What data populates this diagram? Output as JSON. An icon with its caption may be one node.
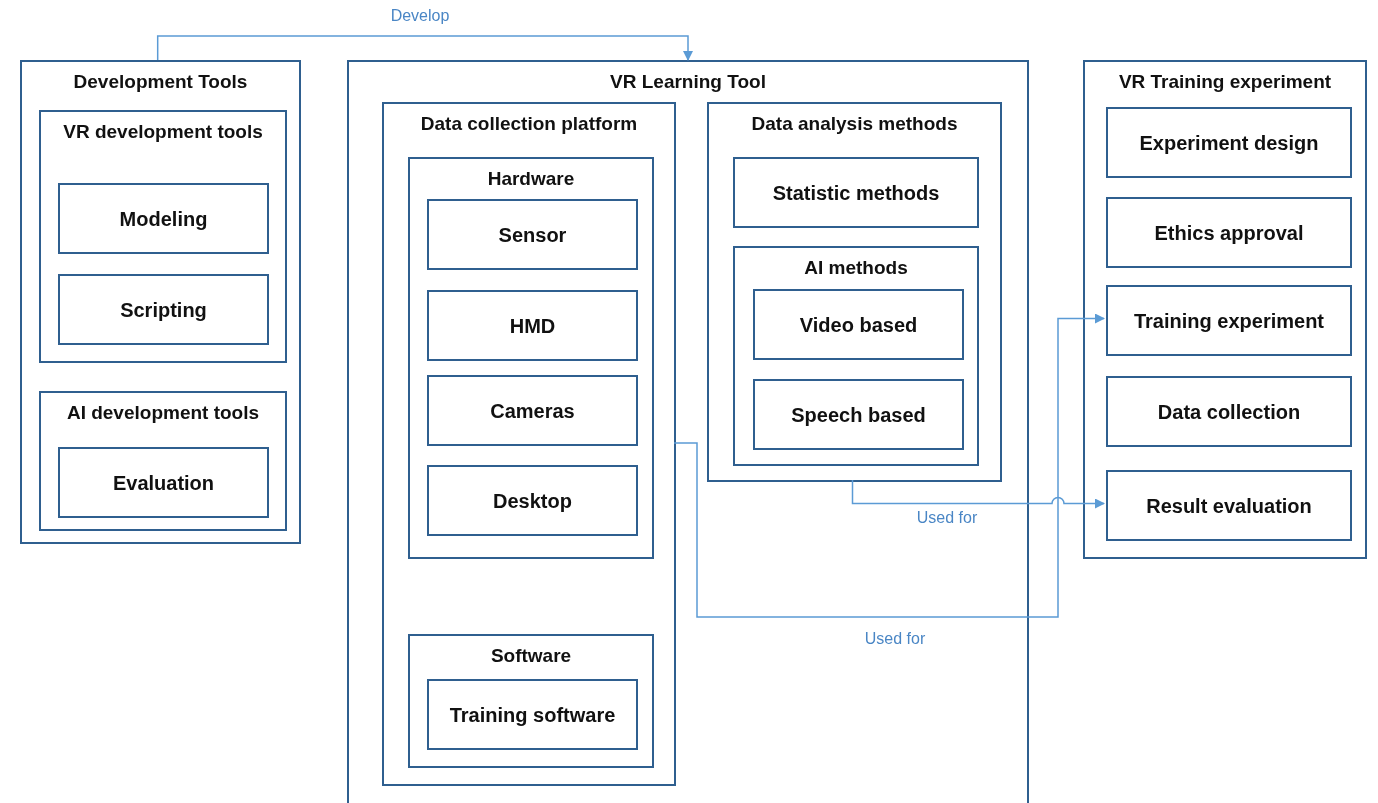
{
  "diagram": {
    "nodes": [
      {
        "text": [
          "Development Tools"
        ]
      },
      {
        "text": [
          "VR development tools"
        ],
        "in": 0
      },
      {
        "text": [
          "Modeling"
        ],
        "in": 1
      },
      {
        "text": [
          "Scripting"
        ],
        "in": 1
      },
      {
        "text": [
          "AI development tools"
        ],
        "in": 0
      },
      {
        "text": [
          "Evaluation"
        ],
        "in": 4
      },
      {
        "text": [
          "VR Learning Tool"
        ]
      },
      {
        "text": [
          "Data collection platform"
        ],
        "in": 6
      },
      {
        "text": [
          "Hardware"
        ],
        "in": 7
      },
      {
        "text": [
          "Sensor"
        ],
        "in": 8
      },
      {
        "text": [
          "HMD"
        ],
        "in": 8
      },
      {
        "text": [
          "Cameras"
        ],
        "in": 8
      },
      {
        "text": [
          "Desktop"
        ],
        "in": 8
      },
      {
        "text": [
          "Software"
        ],
        "in": 7
      },
      {
        "text": [
          "Training software"
        ],
        "in": 13
      },
      {
        "text": [
          "Data analysis methods"
        ],
        "in": 6
      },
      {
        "text": [
          "Statistic methods"
        ],
        "in": 15
      },
      {
        "text": [
          "AI methods"
        ],
        "in": 15
      },
      {
        "text": [
          "Video based"
        ],
        "in": 17
      },
      {
        "text": [
          "Speech based"
        ],
        "in": 17
      },
      {
        "text": [
          "VR Training experiment"
        ]
      },
      {
        "text": [
          "Experiment design"
        ],
        "in": 20
      },
      {
        "text": [
          "Ethics approval"
        ],
        "in": 20
      },
      {
        "text": [
          "Training experiment"
        ],
        "in": 20
      },
      {
        "text": [
          "Data collection"
        ],
        "in": 20
      },
      {
        "text": [
          "Result evaluation"
        ],
        "in": 20
      }
    ],
    "edges": [
      {
        "from": 0,
        "to": 6,
        "arrow": "to",
        "label": "Develop"
      },
      {
        "from": 15,
        "to": 25,
        "arrow": "to",
        "label": "Used for"
      },
      {
        "from": 7,
        "to": 23,
        "arrow": "to",
        "label": "Used for"
      }
    ]
  }
}
